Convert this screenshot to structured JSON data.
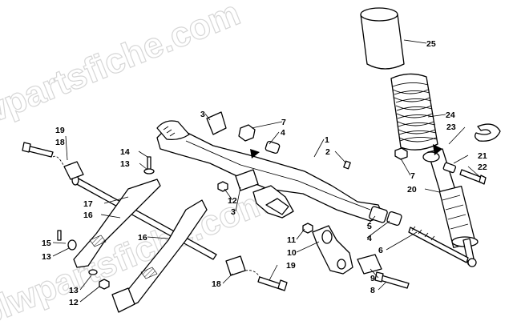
{
  "watermark": {
    "text": "blwpartsfiche.com"
  },
  "callouts": [
    {
      "id": "c25",
      "text": "25"
    },
    {
      "id": "c24",
      "text": "24"
    },
    {
      "id": "c23",
      "text": "23"
    },
    {
      "id": "c21",
      "text": "21"
    },
    {
      "id": "c22",
      "text": "22"
    },
    {
      "id": "c20",
      "text": "20"
    },
    {
      "id": "c7a",
      "text": "7"
    },
    {
      "id": "c4a",
      "text": "4"
    },
    {
      "id": "c7b",
      "text": "7"
    },
    {
      "id": "c1",
      "text": "1"
    },
    {
      "id": "c2",
      "text": "2"
    },
    {
      "id": "c3a",
      "text": "3"
    },
    {
      "id": "c3b",
      "text": "3"
    },
    {
      "id": "c12a",
      "text": "12"
    },
    {
      "id": "c14",
      "text": "14"
    },
    {
      "id": "c13a",
      "text": "13"
    },
    {
      "id": "c19a",
      "text": "19"
    },
    {
      "id": "c18a",
      "text": "18"
    },
    {
      "id": "c17",
      "text": "17"
    },
    {
      "id": "c16a",
      "text": "16"
    },
    {
      "id": "c16b",
      "text": "16"
    },
    {
      "id": "c15",
      "text": "15"
    },
    {
      "id": "c13b",
      "text": "13"
    },
    {
      "id": "c13c",
      "text": "13"
    },
    {
      "id": "c12b",
      "text": "12"
    },
    {
      "id": "c5",
      "text": "5"
    },
    {
      "id": "c4b",
      "text": "4"
    },
    {
      "id": "c6",
      "text": "6"
    },
    {
      "id": "c11",
      "text": "11"
    },
    {
      "id": "c10",
      "text": "10"
    },
    {
      "id": "c19b",
      "text": "19"
    },
    {
      "id": "c18b",
      "text": "18"
    },
    {
      "id": "c9",
      "text": "9"
    },
    {
      "id": "c8",
      "text": "8"
    }
  ]
}
